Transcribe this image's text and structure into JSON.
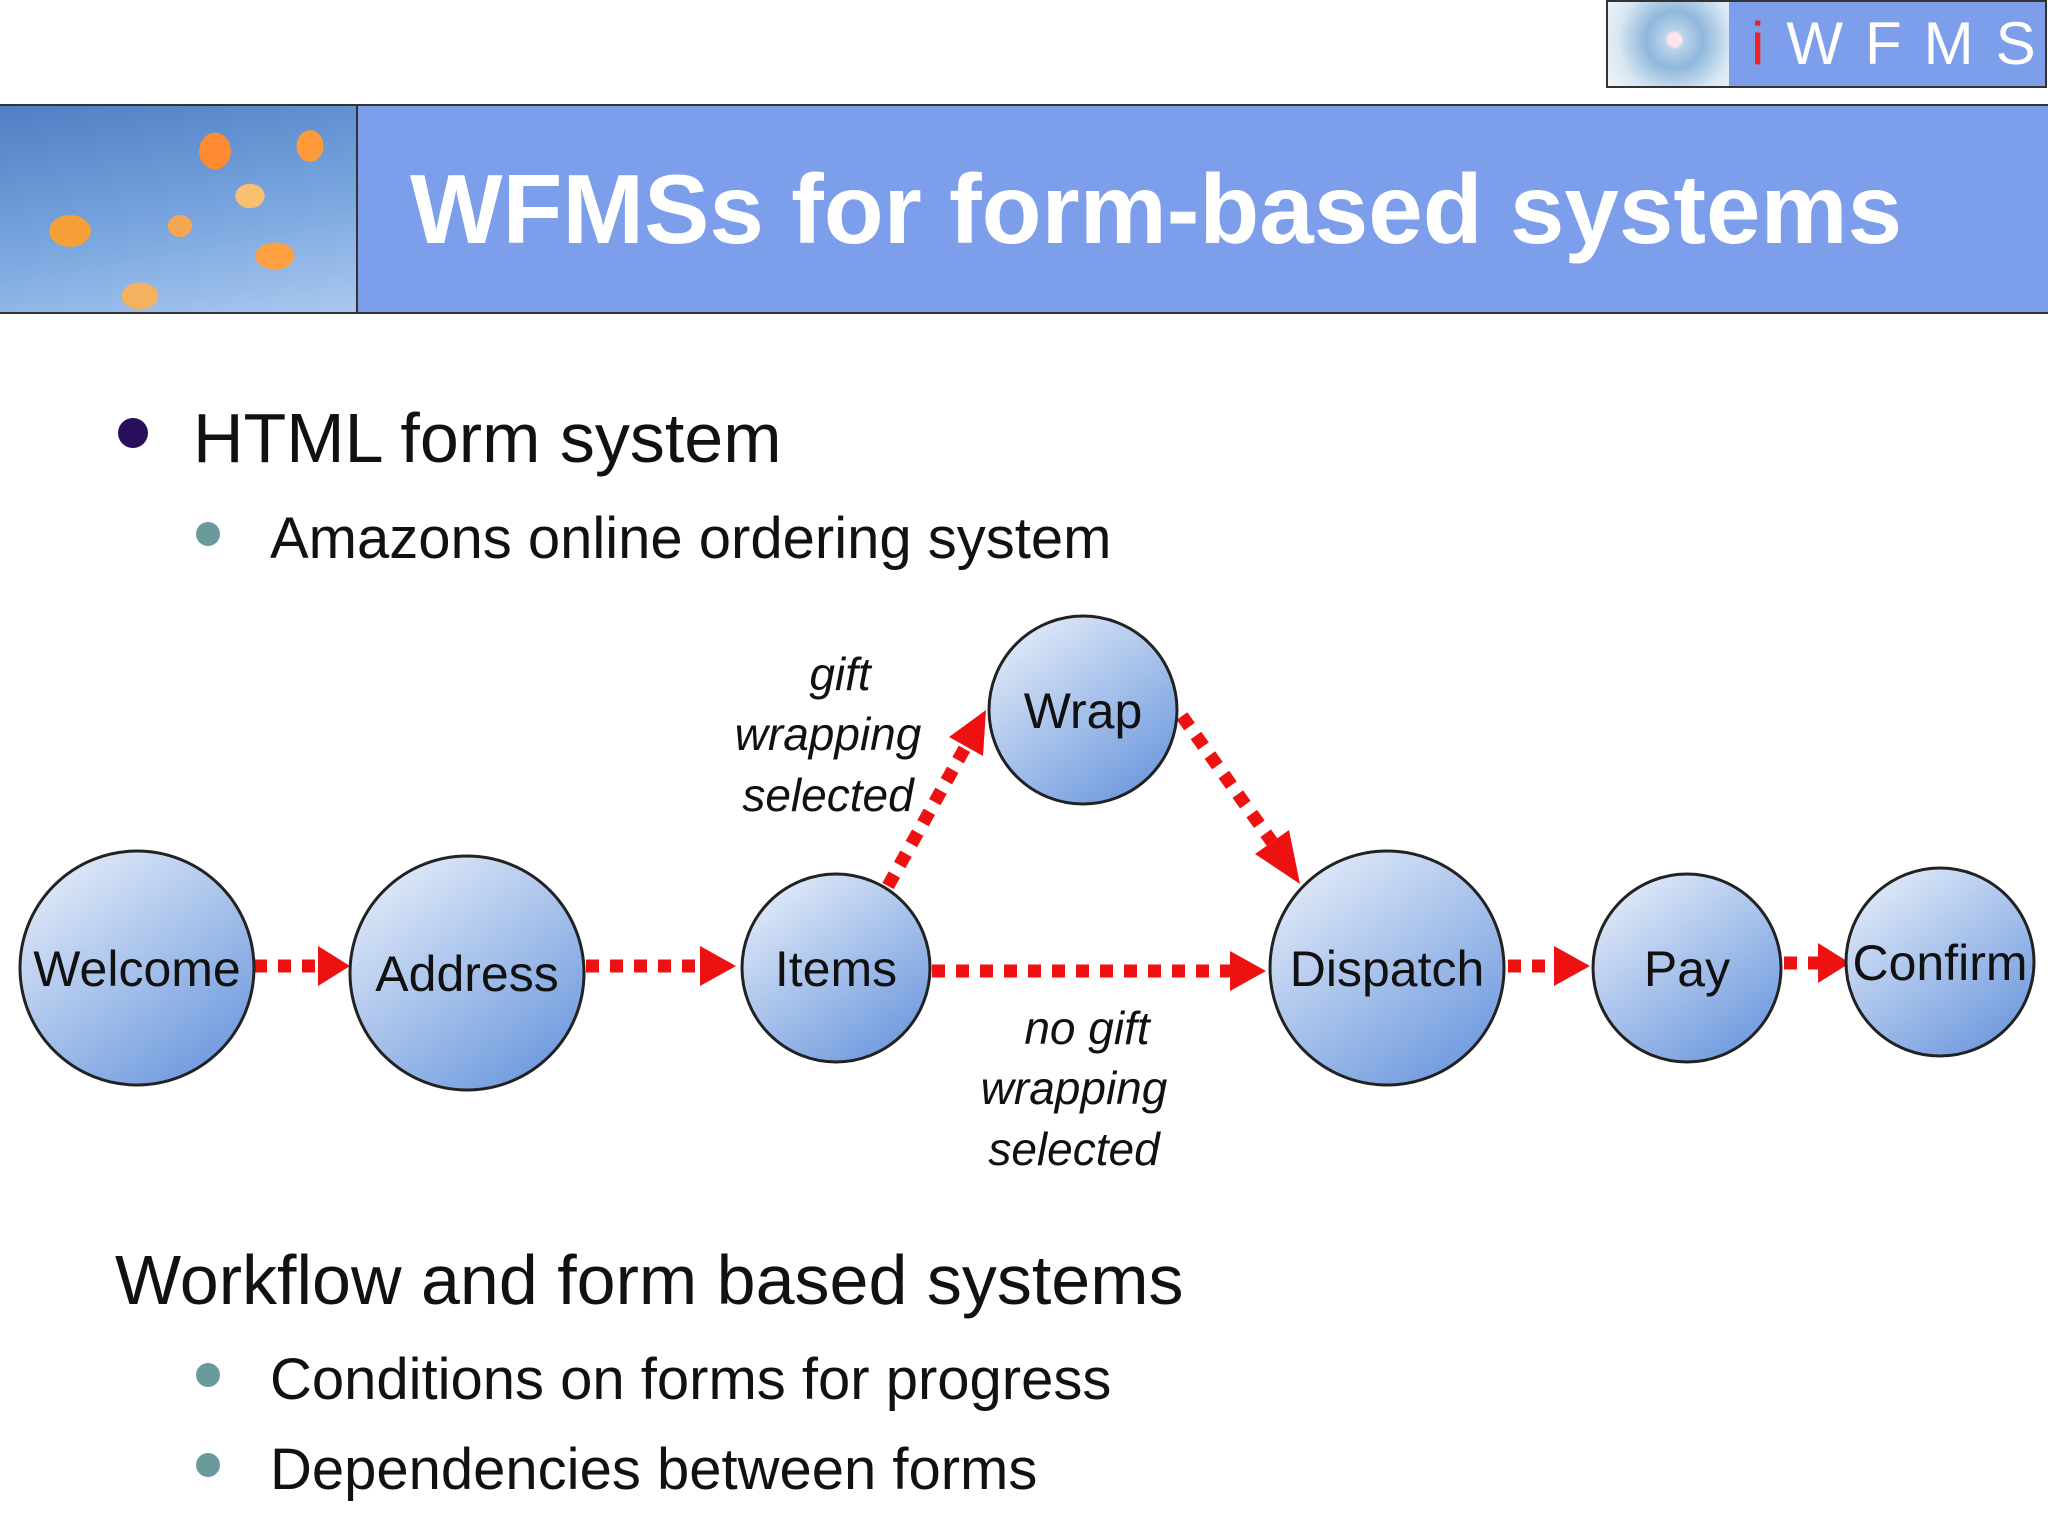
{
  "logo": {
    "prefix": "i",
    "rest": "WFMS"
  },
  "slide": {
    "title": "WFMSs for form-based systems"
  },
  "bullets": {
    "b1": "HTML form system",
    "b1_sub": "Amazons online ordering system",
    "b2": "Workflow and form based systems",
    "b2_sub1": "Conditions on forms for progress",
    "b2_sub2": "Dependencies between forms"
  },
  "nodes": {
    "welcome": "Welcome",
    "address": "Address",
    "items": "Items",
    "wrap": "Wrap",
    "dispatch": "Dispatch",
    "pay": "Pay",
    "confirm": "Confirm"
  },
  "conditions": {
    "gift": [
      "gift",
      "wrapping",
      "selected"
    ],
    "no_gift": [
      "no gift",
      "wrapping",
      "selected"
    ]
  },
  "colors": {
    "title_bar": "#7d9eea",
    "arrow": "#ee1111",
    "node_fill_top": "#eef3fb",
    "node_fill_bottom": "#6f9ade",
    "bullet_primary": "#2a0f5c",
    "bullet_secondary": "#6a9a9c"
  }
}
